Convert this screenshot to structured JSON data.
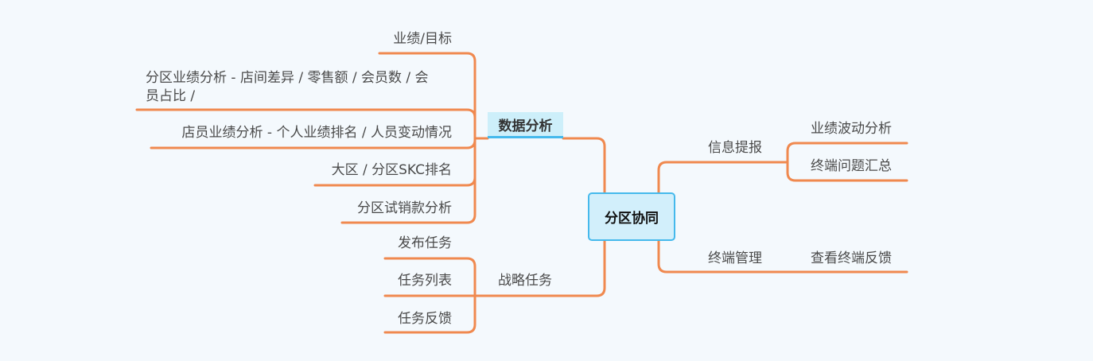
{
  "central": "分区协同",
  "left": {
    "data_analysis": {
      "label": "数据分析",
      "children": [
        "业绩/目标",
        "分区业绩分析 - 店间差异 / 零售额 / 会员数 / 会",
        "员占比 /",
        "店员业绩分析 - 个人业绩排名 / 人员变动情况",
        "大区 / 分区SKC排名",
        "分区试销款分析"
      ]
    },
    "strategy": {
      "label": "战略任务",
      "children": [
        "发布任务",
        "任务列表",
        "任务反馈"
      ]
    }
  },
  "right": {
    "info": {
      "label": "信息提报",
      "children": [
        "业绩波动分析",
        "终端问题汇总"
      ]
    },
    "terminal": {
      "label": "终端管理",
      "children": [
        "查看终端反馈"
      ]
    }
  },
  "colors": {
    "branch": "#f0894f",
    "central_border": "#45b9ec",
    "central_fill": "#d2effb"
  }
}
